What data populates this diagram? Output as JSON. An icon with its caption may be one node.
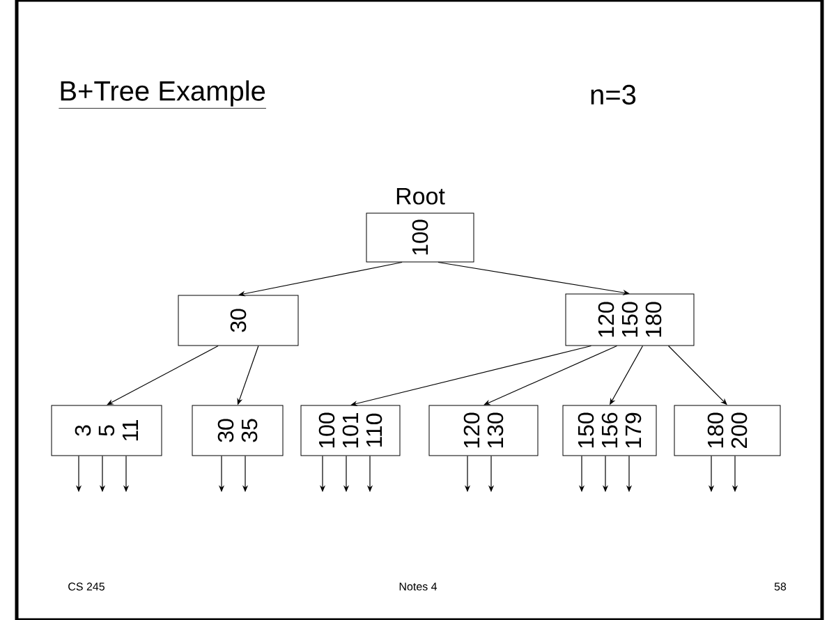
{
  "diagram": {
    "title": "B+Tree Example",
    "nodes": [
      {
        "text": [
          "100"
        ],
        "beside": [
          "Root"
        ]
      },
      {
        "text": [
          "30"
        ]
      },
      {
        "text": [
          "120",
          "150",
          "180"
        ]
      },
      {
        "text": [
          "3",
          "5",
          "11"
        ]
      },
      {
        "text": [
          "30",
          "35"
        ]
      },
      {
        "text": [
          "100",
          "101",
          "110"
        ]
      },
      {
        "text": [
          "120",
          "130"
        ]
      },
      {
        "text": [
          "150",
          "156",
          "179"
        ]
      },
      {
        "text": [
          "180",
          "200"
        ]
      }
    ],
    "edges": [
      {
        "from": 0,
        "to": 1,
        "arrow": "to"
      },
      {
        "from": 0,
        "to": 2,
        "arrow": "to"
      },
      {
        "from": 1,
        "to": 3,
        "arrow": "to"
      },
      {
        "from": 1,
        "to": 4,
        "arrow": "to"
      },
      {
        "from": 2,
        "to": 5,
        "arrow": "to"
      },
      {
        "from": 2,
        "to": 6,
        "arrow": "to"
      },
      {
        "from": 2,
        "to": 7,
        "arrow": "to"
      },
      {
        "from": 2,
        "to": 8,
        "arrow": "to"
      },
      {
        "from": 3,
        "to": null,
        "arrow": "to"
      },
      {
        "from": 3,
        "to": null,
        "arrow": "to"
      },
      {
        "from": 3,
        "to": null,
        "arrow": "to"
      },
      {
        "from": 4,
        "to": null,
        "arrow": "to"
      },
      {
        "from": 4,
        "to": null,
        "arrow": "to"
      },
      {
        "from": 5,
        "to": null,
        "arrow": "to"
      },
      {
        "from": 5,
        "to": null,
        "arrow": "to"
      },
      {
        "from": 5,
        "to": null,
        "arrow": "to"
      },
      {
        "from": 6,
        "to": null,
        "arrow": "to"
      },
      {
        "from": 6,
        "to": null,
        "arrow": "to"
      },
      {
        "from": 7,
        "to": null,
        "arrow": "to"
      },
      {
        "from": 7,
        "to": null,
        "arrow": "to"
      },
      {
        "from": 7,
        "to": null,
        "arrow": "to"
      },
      {
        "from": 8,
        "to": null,
        "arrow": "to"
      },
      {
        "from": 8,
        "to": null,
        "arrow": "to"
      }
    ],
    "labels": [
      "n=3",
      "CS 245",
      "Notes 4",
      "58"
    ]
  }
}
